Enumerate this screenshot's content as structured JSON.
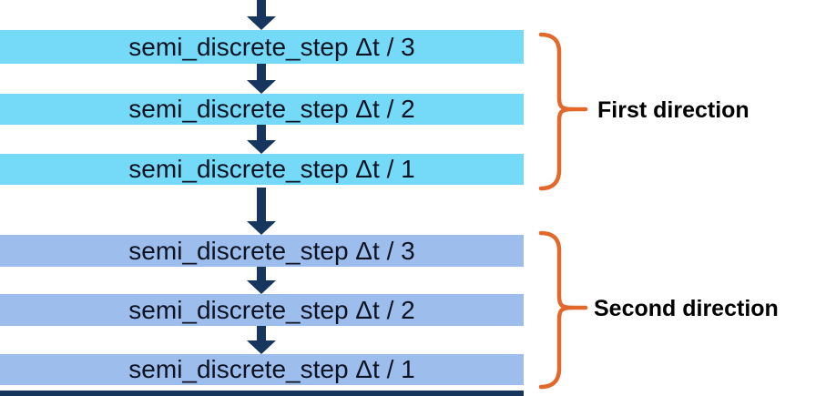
{
  "colors": {
    "background": "#FFFFFF",
    "bar-first": "#74DAF7",
    "bar-second": "#9DBDEC",
    "arrow": "#17365D",
    "bracket": "#E2692B",
    "step-text": "#0D1322",
    "label-text": "#000000"
  },
  "icons": {
    "down_arrow": "▼",
    "brace": "}"
  },
  "diagram": {
    "first_group": {
      "label": "First direction",
      "steps": [
        {
          "label": "semi_discrete_step Δt / 3"
        },
        {
          "label": "semi_discrete_step Δt / 2"
        },
        {
          "label": "semi_discrete_step Δt / 1"
        }
      ]
    },
    "second_group": {
      "label": "Second direction",
      "steps": [
        {
          "label": "semi_discrete_step Δt / 3"
        },
        {
          "label": "semi_discrete_step Δt / 2"
        },
        {
          "label": "semi_discrete_step Δt / 1"
        }
      ]
    }
  }
}
